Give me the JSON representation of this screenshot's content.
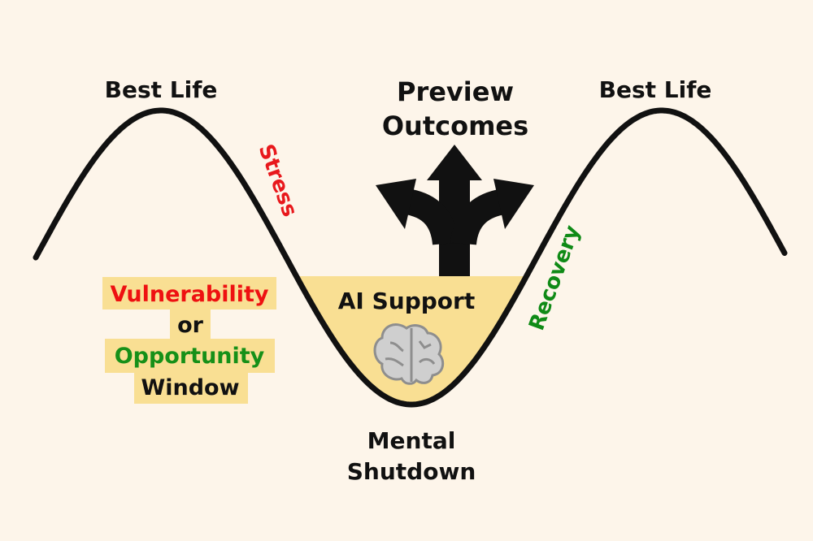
{
  "diagram": {
    "peak_left_label": "Best Life",
    "peak_right_label": "Best Life",
    "preview_line1": "Preview",
    "preview_line2": "Outcomes",
    "stress_label": "Stress",
    "recovery_label": "Recovery",
    "ai_support_label": "AI Support",
    "valley_line1": "Mental",
    "valley_line2": "Shutdown",
    "window": {
      "line1": "Vulnerability",
      "line2": "or",
      "line3": "Opportunity",
      "line4": "Window"
    },
    "icons": [
      "three-way-arrow-icon",
      "brain-icon"
    ],
    "colors": {
      "background": "#fdf5ea",
      "curve": "#111111",
      "highlight": "#f9df93",
      "stress": "#e8181c",
      "vulnerability": "#ee1111",
      "recovery": "#0f8a16",
      "opportunity": "#169018",
      "text": "#111111",
      "brain": "#bdbdbd"
    }
  }
}
